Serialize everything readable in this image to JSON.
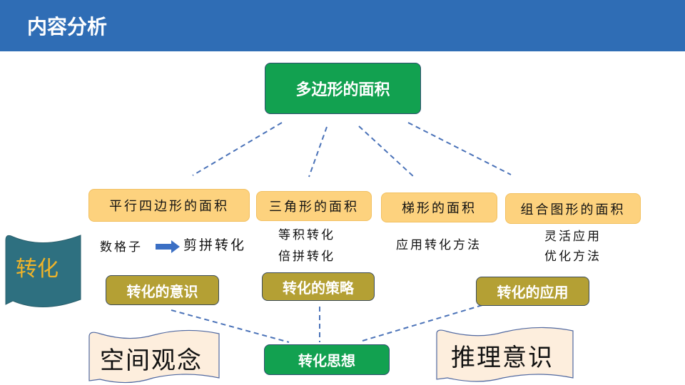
{
  "header": {
    "title": "内容分析"
  },
  "root": "多边形的面积",
  "topics": [
    "平行四边形的面积",
    "三角形的面积",
    "梯形的面积",
    "组合图形的面积"
  ],
  "notes": {
    "parallelogram_from": "数格子",
    "parallelogram_to": "剪拼转化",
    "triangle": [
      "等积转化",
      "倍拼转化"
    ],
    "trapezoid": "应用转化方法",
    "composite": [
      "灵活应用",
      "优化方法"
    ]
  },
  "banner": "转化",
  "aspects": [
    "转化的意识",
    "转化的策略",
    "转化的应用"
  ],
  "core": "转化思想",
  "outcomes": [
    "空间观念",
    "推理意识"
  ],
  "colors": {
    "header": "#2F6DB5",
    "green": "#12A150",
    "orange": "#FDD27E",
    "olive": "#B4A034",
    "teal": "#2E7080",
    "gold": "#F0B429"
  }
}
